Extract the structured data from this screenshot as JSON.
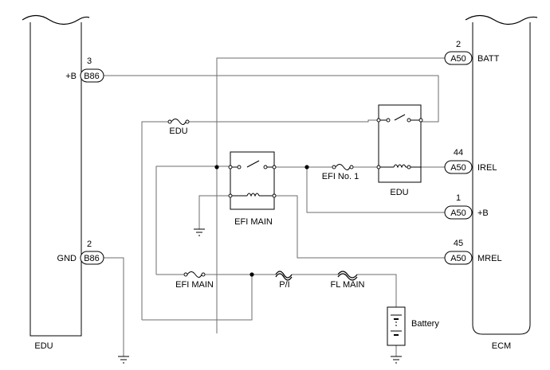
{
  "modules": {
    "edu": {
      "label": "EDU"
    },
    "ecm": {
      "label": "ECM"
    }
  },
  "connectors": {
    "edu_b": {
      "code": "B86",
      "pin": "3",
      "terminal": "+B"
    },
    "edu_gnd": {
      "code": "B86",
      "pin": "2",
      "terminal": "GND"
    },
    "ecm_batt": {
      "code": "A50",
      "pin": "2",
      "terminal": "BATT"
    },
    "ecm_irel": {
      "code": "A50",
      "pin": "44",
      "terminal": "IREL"
    },
    "ecm_b": {
      "code": "A50",
      "pin": "1",
      "terminal": "+B"
    },
    "ecm_mrel": {
      "code": "A50",
      "pin": "45",
      "terminal": "MREL"
    }
  },
  "relays": {
    "efi_main": {
      "label": "EFI MAIN"
    },
    "edu": {
      "label": "EDU"
    }
  },
  "fuses": {
    "edu": {
      "label": "EDU"
    },
    "efi_no1": {
      "label": "EFI No. 1"
    },
    "efi_main": {
      "label": "EFI MAIN"
    },
    "pi": {
      "label": "P/I"
    },
    "fl_main": {
      "label": "FL MAIN"
    }
  },
  "battery": {
    "label": "Battery"
  }
}
